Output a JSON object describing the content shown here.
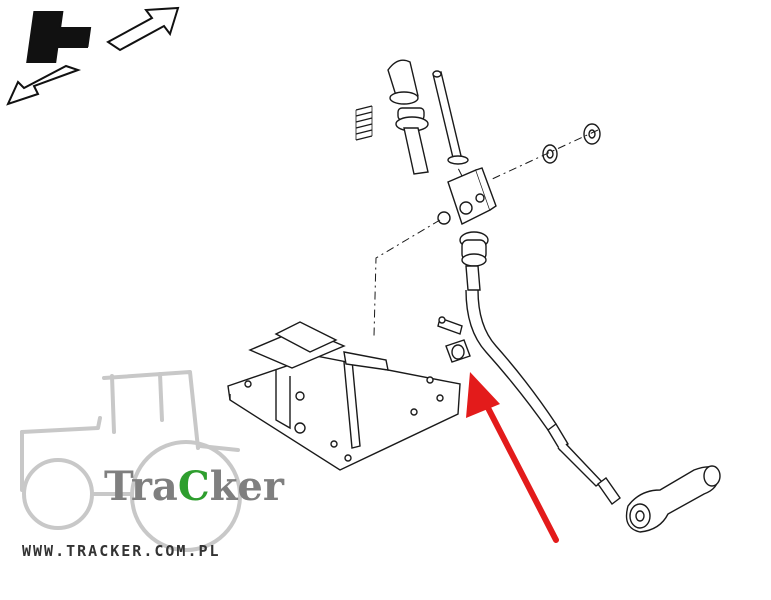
{
  "watermark": {
    "brand_prefix": "Tra",
    "brand_c": "C",
    "brand_suffix": "ker",
    "website": "WWW.TRACKER.COM.PL",
    "brand_color": "#7f7f7f",
    "accent_color": "#2e9e2e"
  },
  "nav": {
    "back_icon": "arrow-back-filled-icon",
    "up_icon": "arrow-up-right-icon",
    "down_icon": "arrow-down-left-icon"
  },
  "diagram": {
    "callout_color": "#e31b1b",
    "line_color": "#1a1a1a"
  }
}
